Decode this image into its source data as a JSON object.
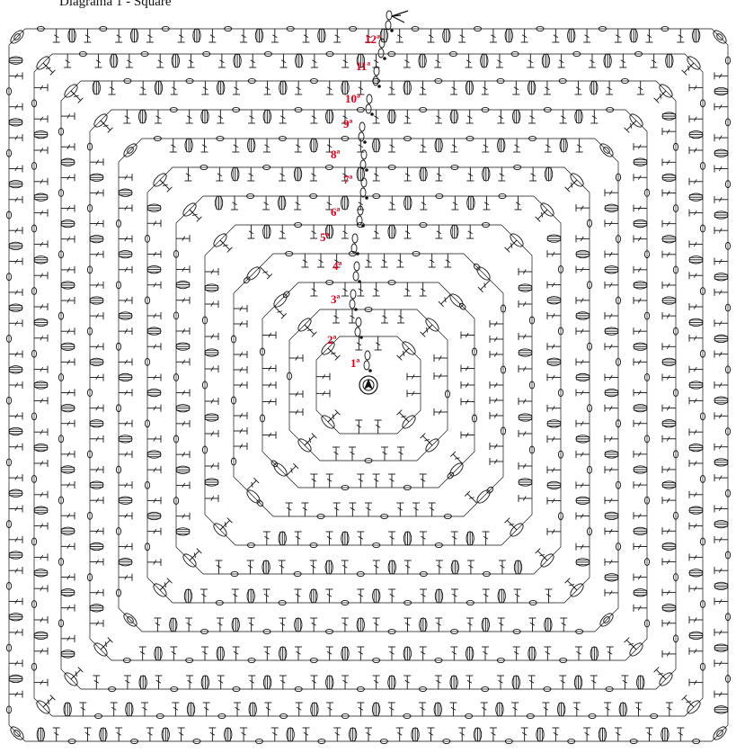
{
  "title": "Diagrama 1 - Square",
  "colors": {
    "stitch_line": "#111111",
    "round_label": "#e0001b",
    "background": "#ffffff"
  },
  "start_icon": "magic-ring-start-icon",
  "end_icon": "fasten-off-arrow-icon",
  "rounds": [
    {
      "label": "1ª",
      "shape": "octagon-inner"
    },
    {
      "label": "2ª",
      "shape": "octagon"
    },
    {
      "label": "3ª",
      "shape": "octagon"
    },
    {
      "label": "4ª",
      "shape": "octagon"
    },
    {
      "label": "5ª",
      "shape": "square"
    },
    {
      "label": "6ª",
      "shape": "square"
    },
    {
      "label": "7ª",
      "shape": "square"
    },
    {
      "label": "8ª",
      "shape": "square"
    },
    {
      "label": "9ª",
      "shape": "square"
    },
    {
      "label": "10ª",
      "shape": "square"
    },
    {
      "label": "11ª",
      "shape": "square"
    },
    {
      "label": "12ª",
      "shape": "square"
    }
  ]
}
